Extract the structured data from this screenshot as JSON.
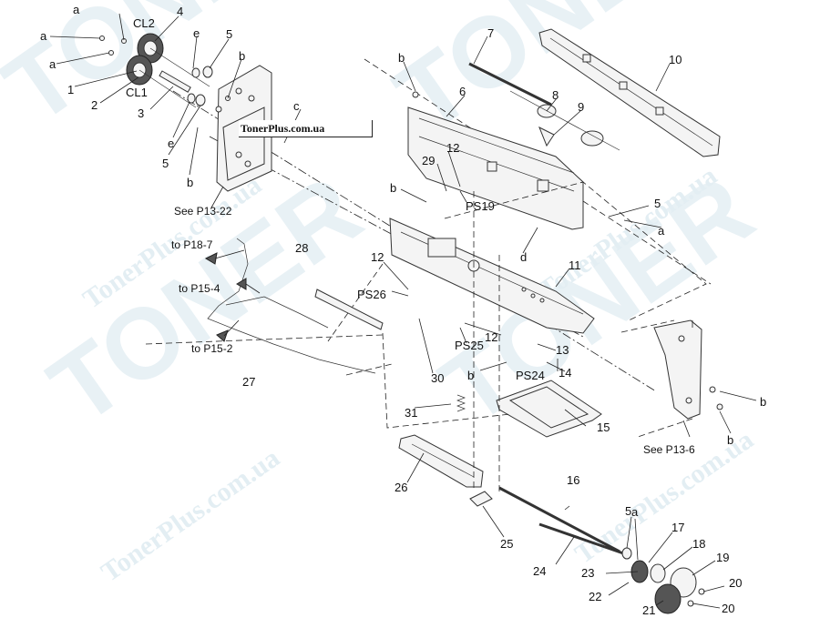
{
  "watermark": {
    "brand": "TONER",
    "site": "TonerPlus.com.ua",
    "color": "#d6e6ee"
  },
  "banner": {
    "text": "TonerPlus.com.ua"
  },
  "labels": {
    "part_numbers": [
      "1",
      "2",
      "3",
      "4",
      "5",
      "6",
      "7",
      "8",
      "9",
      "10",
      "11",
      "12",
      "13",
      "14",
      "15",
      "16",
      "17",
      "18",
      "19",
      "20",
      "21",
      "22",
      "23",
      "24",
      "25",
      "26",
      "27",
      "28",
      "29",
      "30",
      "31"
    ],
    "screws": [
      "a",
      "b",
      "c",
      "d",
      "e"
    ],
    "clutches": [
      "CL1",
      "CL2"
    ],
    "sensors": [
      "PS19",
      "PS24",
      "PS25",
      "PS26"
    ],
    "refs": [
      "See P13-22",
      "See P13-6",
      "to P18-7",
      "to P15-4",
      "to P15-2"
    ]
  }
}
